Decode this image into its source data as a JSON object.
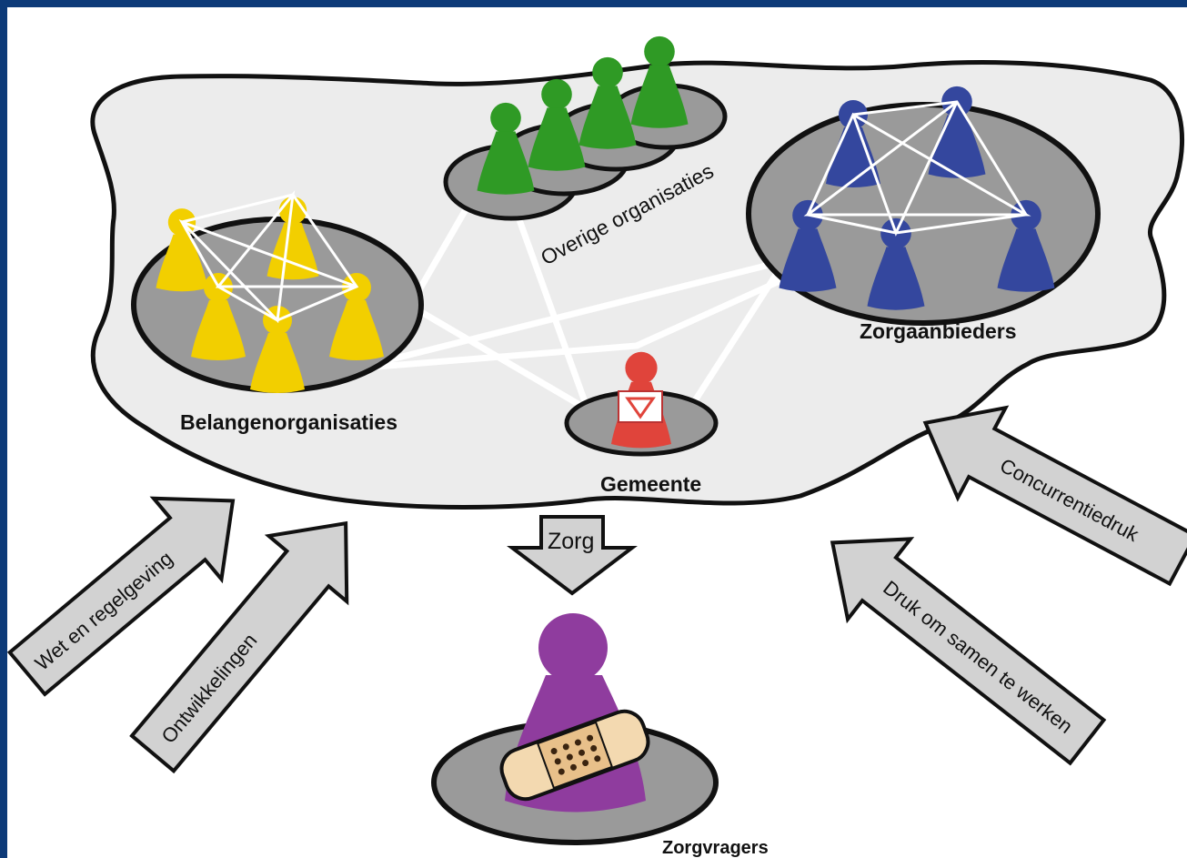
{
  "labels": {
    "belangen": "Belangenorganisaties",
    "overige": "Overige organisaties",
    "zorgaanbieders": "Zorgaanbieders",
    "gemeente": "Gemeente",
    "zorg": "Zorg",
    "zorgvragers": "Zorgvragers",
    "wet": "Wet en regelgeving",
    "ontwikkelingen": "Ontwikkelingen",
    "druk": "Druk om samen te werken",
    "concurrentie": "Concurrentiedruk"
  },
  "colors": {
    "frame": "#0d3a78",
    "cloud": "#ececec",
    "disc": "#9a9a9a",
    "yellow": "#f2cf00",
    "green": "#2f9a25",
    "blue": "#34479e",
    "red": "#e0443b",
    "purple": "#8f3c9e",
    "arrow": "#d2d2d2"
  }
}
